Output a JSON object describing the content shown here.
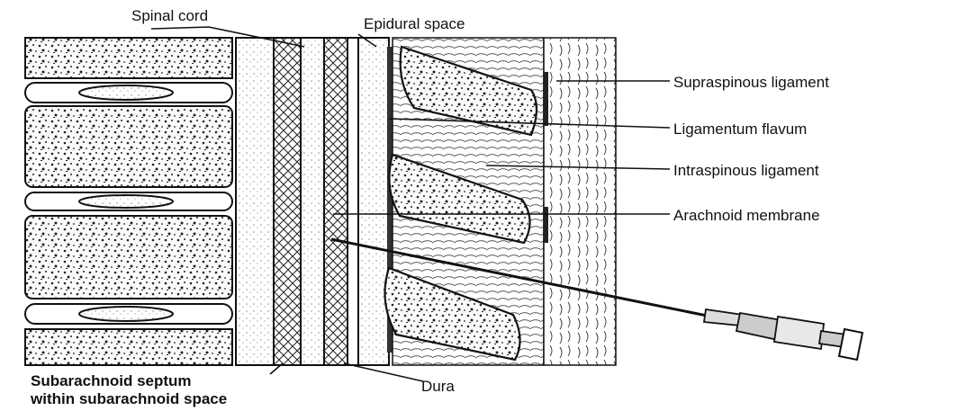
{
  "labels": {
    "spinal_cord": "Spinal cord",
    "epidural_space": "Epidural space",
    "supraspinous_ligament": "Supraspinous ligament",
    "ligamentum_flavum": "Ligamentum flavum",
    "intraspinous_ligament": "Intraspinous ligament",
    "arachnoid_membrane": "Arachnoid membrane",
    "subarachnoid_septum_line1": "Subarachnoid septum",
    "subarachnoid_septum_line2": "within subarachnoid space",
    "dura": "Dura"
  },
  "colors": {
    "ink": "#111111",
    "bone_fill": "#f2f2f2",
    "paper": "#ffffff"
  }
}
